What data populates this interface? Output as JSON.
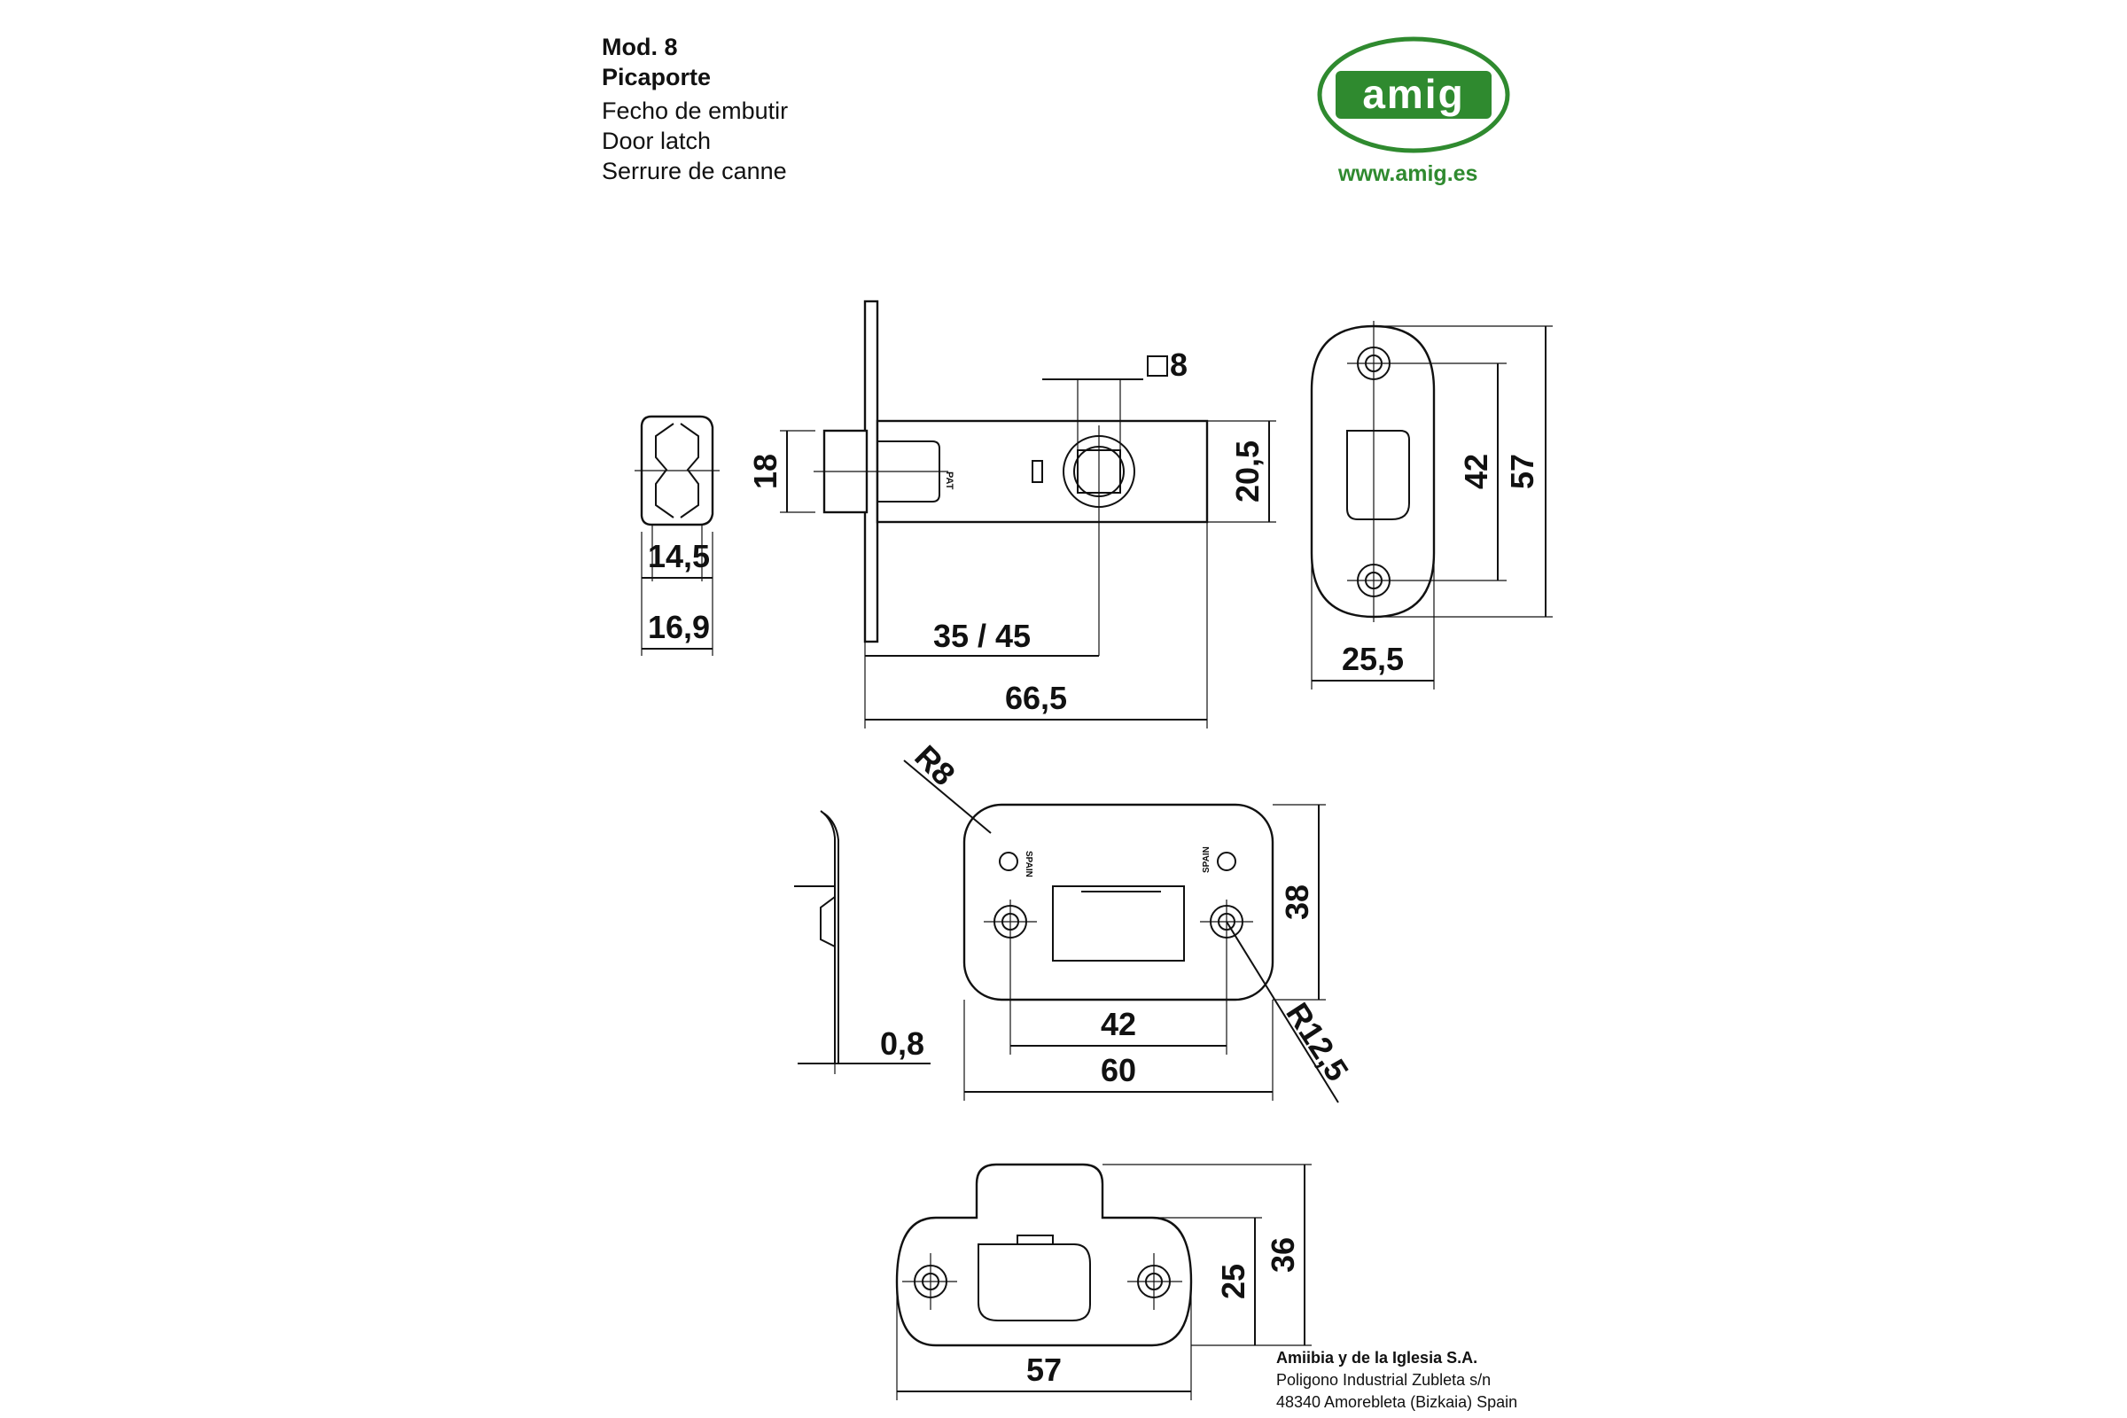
{
  "header": {
    "model": "Mod. 8",
    "name_es": "Picaporte",
    "name_es2": "Fecho de embutir",
    "name_en": "Door latch",
    "name_fr": "Serrure de canne"
  },
  "brand": {
    "logo_text": "amig",
    "website": "www.amig.es",
    "color": "#2f8a2f"
  },
  "company": {
    "name": "Amiibia y de la Iglesia S.A.",
    "street": "Poligono Industrial Zubleta s/n",
    "city": "48340 Amorebleta (Bizkaia) Spain"
  },
  "dimensions": {
    "latch_front_width_inner": "14,5",
    "latch_front_width_outer": "16,9",
    "bolt_height": "18",
    "spindle_square": "8",
    "body_height": "20,5",
    "backset": "35 / 45",
    "body_length": "66,5",
    "faceplate_hole_spacing": "42",
    "faceplate_height": "57",
    "faceplate_width": "25,5",
    "strike_corner_radius": "R8",
    "strike_height": "38",
    "strike_hole_spacing": "42",
    "strike_length": "60",
    "strike_outer_radius": "R12,5",
    "strike_thickness": "0,8",
    "box_strike_depth": "25",
    "box_strike_height": "36",
    "box_strike_length": "57"
  },
  "labels": {
    "pat": "PAT",
    "spain": "SPAIN"
  }
}
